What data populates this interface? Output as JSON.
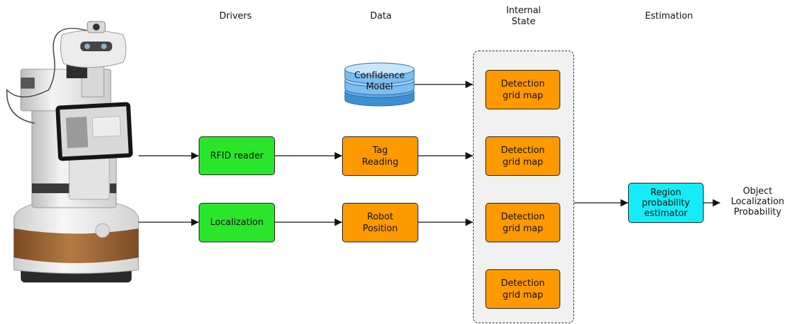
{
  "columns": {
    "drivers": "Drivers",
    "data": "Data",
    "internal_state": "Internal\nState",
    "estimation": "Estimation"
  },
  "drivers": {
    "rfid": "RFID reader",
    "localization": "Localization"
  },
  "data_nodes": {
    "confidence_model": "Confidence\nModel",
    "tag_reading": "Tag\nReading",
    "robot_position": "Robot\nPosition"
  },
  "internal_state": {
    "grid_maps": [
      "Detection\ngrid map",
      "Detection\ngrid map",
      "Detection\ngrid map",
      "Detection\ngrid map"
    ]
  },
  "estimation": {
    "estimator": "Region\nprobability\nestimator"
  },
  "output": "Object\nLocalization\nProbability",
  "colors": {
    "driver_fill": "#2be52b",
    "data_fill": "#ff9900",
    "estimator_fill": "#14ecf7",
    "database_fill": "#5aa9e6"
  },
  "image": {
    "robot": "robot-photo"
  }
}
